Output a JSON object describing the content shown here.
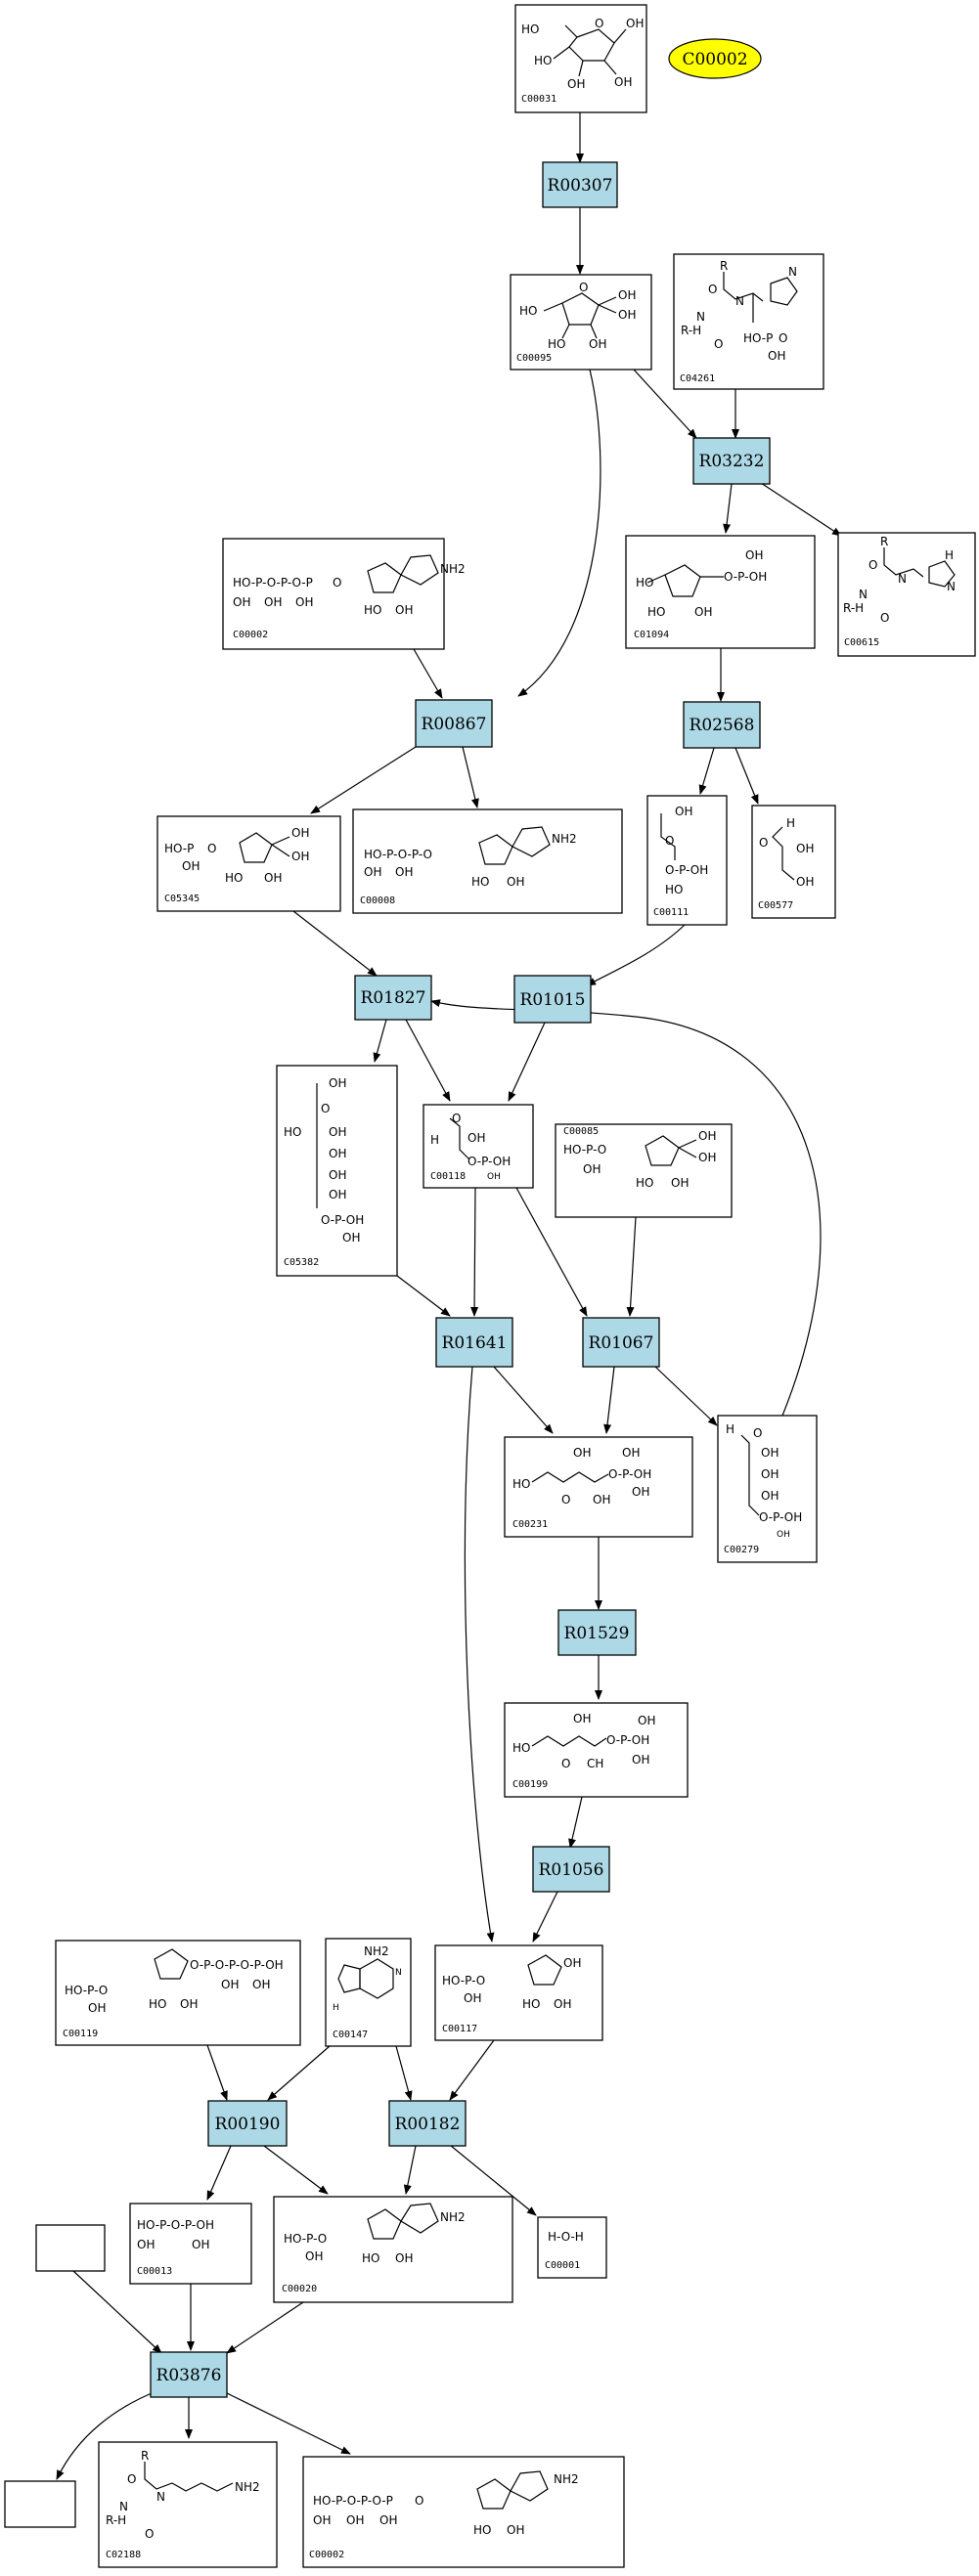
{
  "legend": {
    "label": "C00002",
    "color": "#ffff00"
  },
  "reaction_color": "#add8e6",
  "compounds": {
    "c00031_top": "C00031",
    "c00095": "C00095",
    "c04261": "C04261",
    "c00002_mid": "C00002",
    "c01094": "C01094",
    "c00615": "C00615",
    "c05345": "C05345",
    "c00008": "C00008",
    "c00111": "C00111",
    "c00577": "C00577",
    "c05382": "C05382",
    "c00118": "C00118",
    "c00085": "C00085",
    "c00231": "C00231",
    "c00279": "C00279",
    "c00199": "C00199",
    "c00119": "C00119",
    "c00147": "C00147",
    "c00117": "C00117",
    "c00013": "C00013",
    "c00020": "C00020",
    "c00001": "C00001",
    "c02188": "C02188",
    "c00002_bottom": "C00002"
  },
  "reactions": {
    "r00307": "R00307",
    "r03232": "R03232",
    "r00867": "R00867",
    "r02568": "R02568",
    "r01827": "R01827",
    "r01015": "R01015",
    "r01641": "R01641",
    "r01067": "R01067",
    "r01529": "R01529",
    "r01056": "R01056",
    "r00190": "R00190",
    "r00182": "R00182",
    "r03876": "R03876"
  },
  "chem": {
    "oh": "OH",
    "ho": "HO",
    "o": "O",
    "p": "P",
    "n": "N",
    "nh2": "NH2",
    "h": "H",
    "r": "R",
    "ch": "CH",
    "rh": "R-H",
    "ho_p": "HO-P",
    "o_p_oh": "O-P-OH",
    "ho_p_o_p_o_p": "HO-P-O-P-O-P",
    "ho_p_o_p_o": "HO-P-O-P-O",
    "ho_p_o_p_oh": "HO-P-O-P-OH",
    "ho_p_o": "HO-P-O",
    "o_p_o_p_o_p_oh": "O-P-O-P-O-P-OH",
    "water": "H-O-H"
  }
}
